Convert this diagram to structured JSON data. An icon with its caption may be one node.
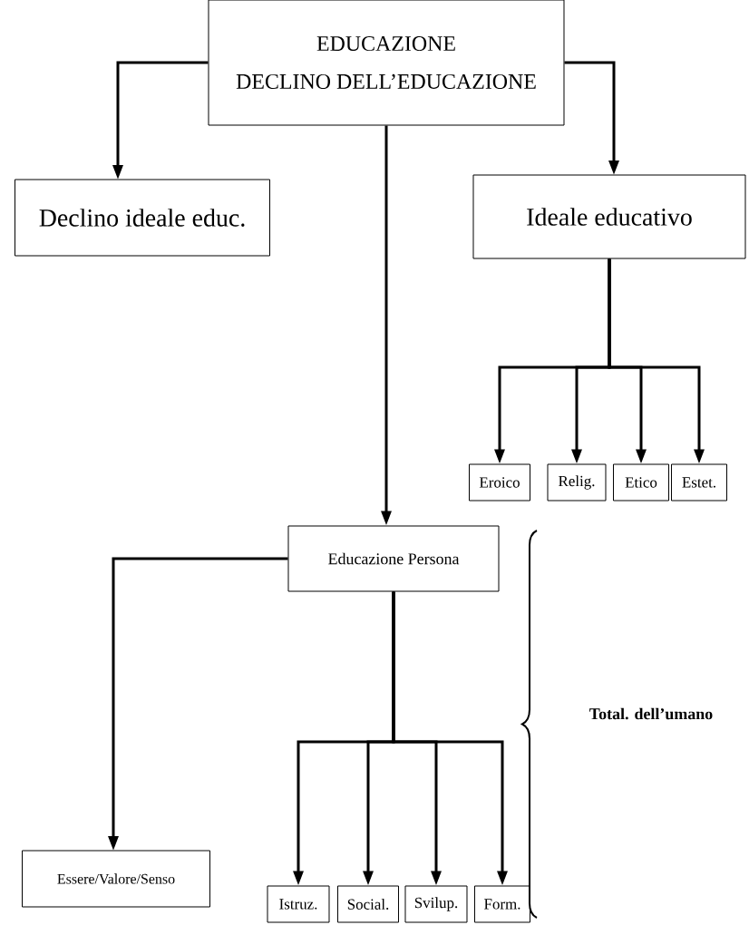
{
  "diagram": {
    "nodes": [
      {
        "text": [
          "EDUCAZIONE",
          "DECLINO DELL’EDUCAZIONE"
        ]
      },
      {
        "text": [
          "Declino ideale educ."
        ]
      },
      {
        "text": [
          "Ideale educativo"
        ]
      },
      {
        "text": [
          "Eroico"
        ]
      },
      {
        "text": [
          "Relig."
        ]
      },
      {
        "text": [
          "Etico"
        ]
      },
      {
        "text": [
          "Estet."
        ]
      },
      {
        "text": [
          "Educazione Persona"
        ]
      },
      {
        "text": [
          "Essere/Valore/Senso"
        ]
      },
      {
        "text": [
          "Istruz."
        ]
      },
      {
        "text": [
          "Social."
        ]
      },
      {
        "text": [
          "Svilup."
        ]
      },
      {
        "text": [
          "Form."
        ]
      }
    ],
    "edges": [
      {
        "from": 0,
        "to": 1,
        "arrow": "to"
      },
      {
        "from": 0,
        "to": 2,
        "arrow": "to"
      },
      {
        "from": 0,
        "to": 7,
        "arrow": "to"
      },
      {
        "from": 2,
        "to": 3,
        "arrow": "to"
      },
      {
        "from": 2,
        "to": 4,
        "arrow": "to"
      },
      {
        "from": 2,
        "to": 5,
        "arrow": "to"
      },
      {
        "from": 2,
        "to": 6,
        "arrow": "to"
      },
      {
        "from": 7,
        "to": 8,
        "arrow": "to"
      },
      {
        "from": 7,
        "to": 9,
        "arrow": "to"
      },
      {
        "from": 7,
        "to": 10,
        "arrow": "to"
      },
      {
        "from": 7,
        "to": 11,
        "arrow": "to"
      },
      {
        "from": 7,
        "to": 12,
        "arrow": "to"
      }
    ],
    "labels": [
      "Total. dell’umano"
    ]
  }
}
